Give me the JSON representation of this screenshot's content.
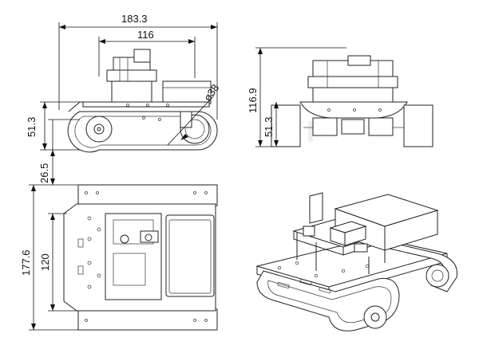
{
  "dimensions": {
    "overall_length": "183.3",
    "board_length": "116",
    "wheel_diameter": "ø38",
    "ground_height_front": "51.3",
    "overall_height": "116.9",
    "ground_height_side": "51.3",
    "track_gap": "26.5",
    "overall_width": "177.6",
    "board_width": "120"
  },
  "views": [
    "front-view",
    "side-view",
    "top-view",
    "isometric-view"
  ]
}
